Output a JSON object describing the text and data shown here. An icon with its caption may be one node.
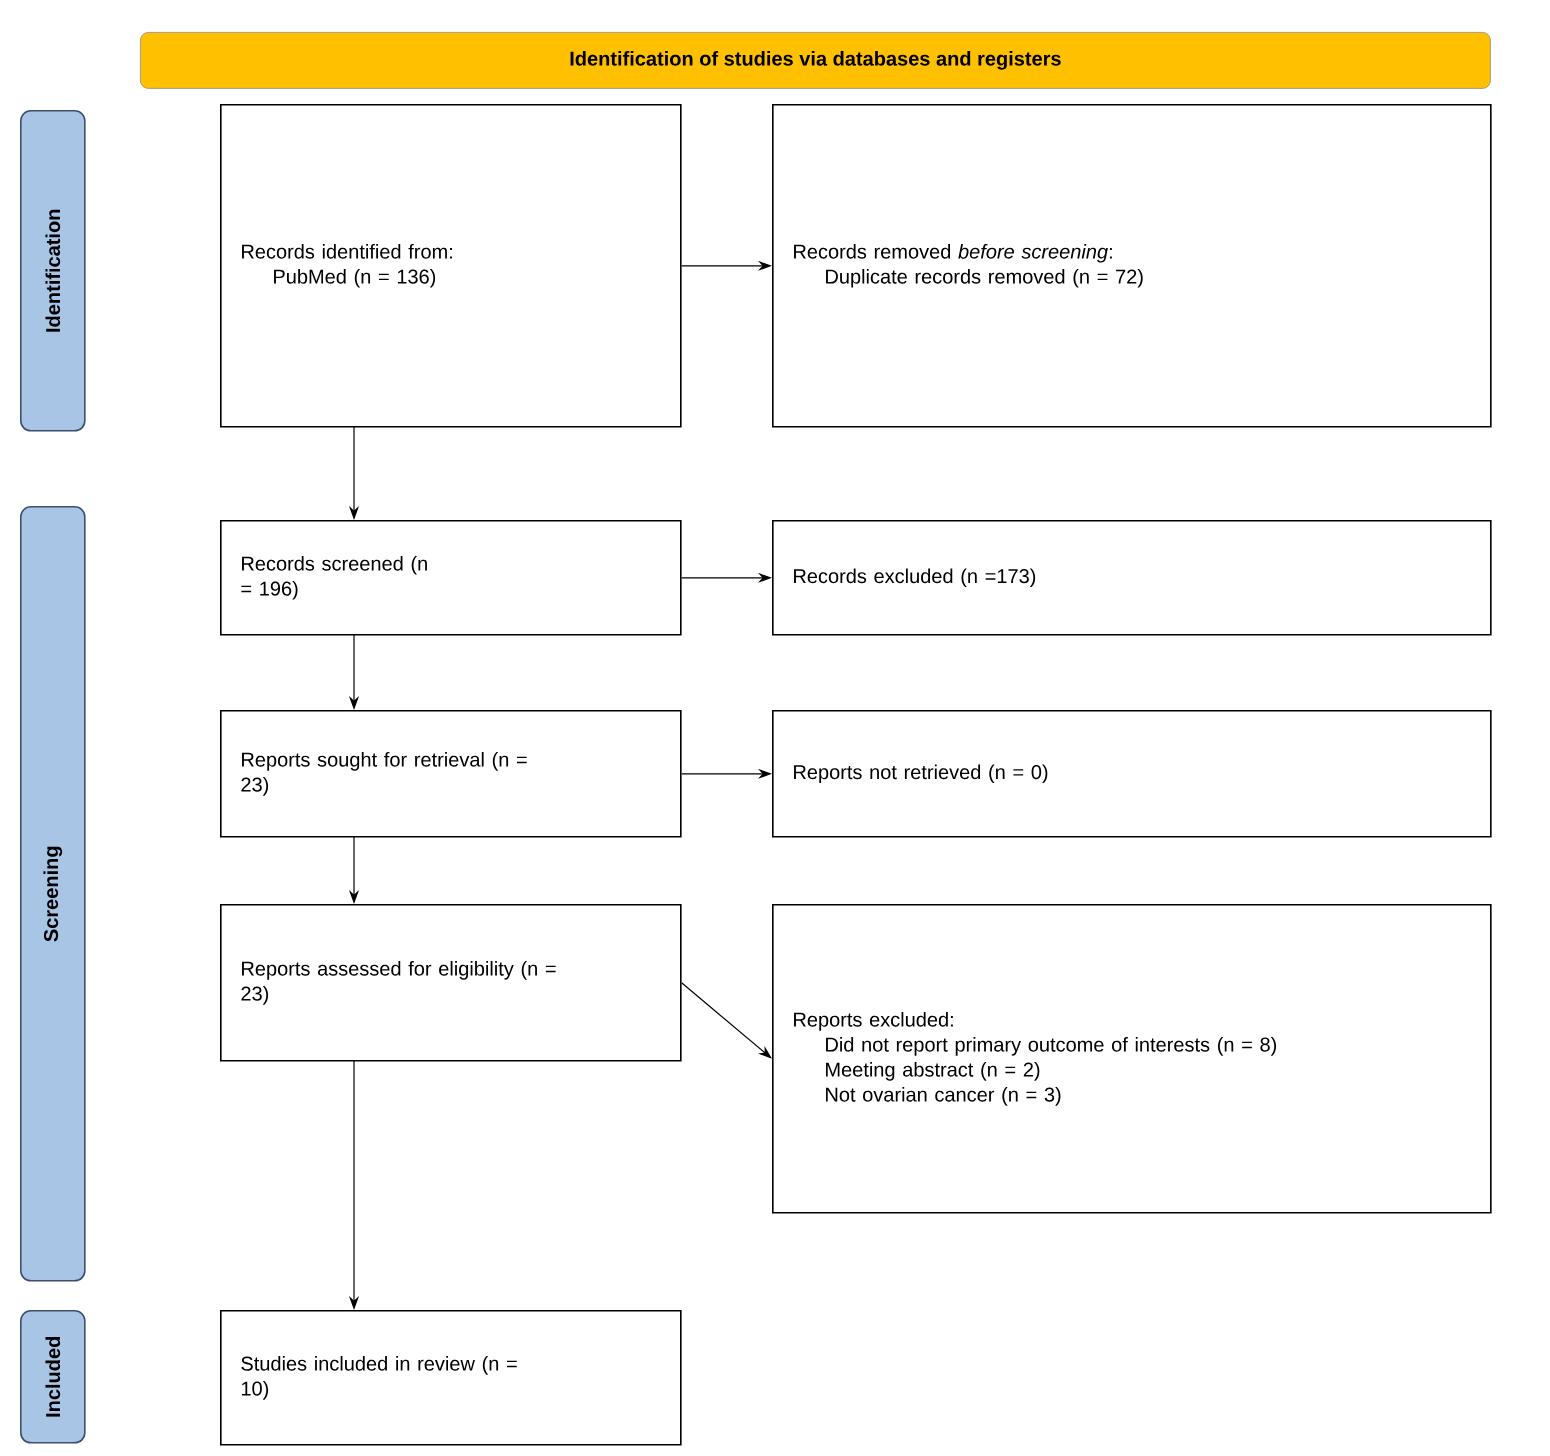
{
  "diagram": {
    "title": "Identification of studies via databases and registers",
    "nodes": [
      {
        "text": [
          "Identification"
        ]
      },
      {
        "text": [
          "Screening"
        ]
      },
      {
        "text": [
          "Included"
        ]
      },
      {
        "text": [
          "Records identified from:",
          "PubMed (n = 136)"
        ]
      },
      {
        "text": [
          "Records removed *before screening*:",
          "Duplicate records removed (n = 72)"
        ]
      },
      {
        "text": [
          "Records screened (n = 196)"
        ]
      },
      {
        "text": [
          "Records excluded (n =173)"
        ]
      },
      {
        "text": [
          "Reports sought for retrieval (n = 23)"
        ]
      },
      {
        "text": [
          "Reports not retrieved (n = 0)"
        ]
      },
      {
        "text": [
          "Reports assessed for eligibility (n = 23)"
        ]
      },
      {
        "text": [
          "Reports excluded:",
          "Did not report primary outcome of interests (n = 8)",
          "Meeting abstract (n = 2)",
          "Not ovarian cancer (n = 3)"
        ]
      },
      {
        "text": [
          "Studies included in review (n = 10)"
        ]
      }
    ],
    "edges": [
      {
        "from": 3,
        "to": 4,
        "arrow": "to"
      },
      {
        "from": 3,
        "to": 5,
        "arrow": "to"
      },
      {
        "from": 5,
        "to": 6,
        "arrow": "to"
      },
      {
        "from": 5,
        "to": 7,
        "arrow": "to"
      },
      {
        "from": 7,
        "to": 8,
        "arrow": "to"
      },
      {
        "from": 7,
        "to": 9,
        "arrow": "to"
      },
      {
        "from": 9,
        "to": 10,
        "arrow": "to"
      },
      {
        "from": 9,
        "to": 11,
        "arrow": "to"
      }
    ]
  }
}
